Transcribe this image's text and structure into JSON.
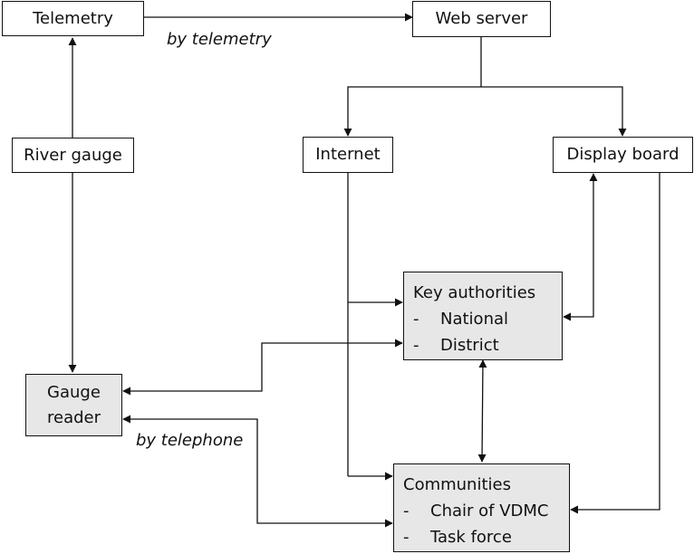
{
  "nodes": {
    "telemetry": {
      "label": "Telemetry"
    },
    "web_server": {
      "label": "Web server"
    },
    "river_gauge": {
      "label": "River gauge"
    },
    "internet": {
      "label": "Internet"
    },
    "display_board": {
      "label": "Display board"
    },
    "key_authorities": {
      "title": "Key authorities",
      "items": [
        {
          "bullet": "-",
          "text": "National"
        },
        {
          "bullet": "-",
          "text": "District"
        }
      ]
    },
    "gauge_reader": {
      "lines": [
        "Gauge",
        "reader"
      ]
    },
    "communities": {
      "title": "Communities",
      "items": [
        {
          "bullet": "-",
          "text": "Chair of VDMC"
        },
        {
          "bullet": "-",
          "text": "Task force"
        }
      ]
    }
  },
  "edge_labels": {
    "telemetry_to_web": "by telemetry",
    "telephone": "by telephone"
  },
  "edges": [
    {
      "from": "river_gauge",
      "to": "telemetry",
      "direction": "forward"
    },
    {
      "from": "telemetry",
      "to": "web_server",
      "direction": "forward",
      "label": "by telemetry"
    },
    {
      "from": "web_server",
      "to": "internet",
      "direction": "forward"
    },
    {
      "from": "web_server",
      "to": "display_board",
      "direction": "forward"
    },
    {
      "from": "river_gauge",
      "to": "gauge_reader",
      "direction": "forward"
    },
    {
      "from": "internet",
      "to": "key_authorities",
      "direction": "forward"
    },
    {
      "from": "internet",
      "to": "communities",
      "direction": "forward"
    },
    {
      "from": "display_board",
      "to": "key_authorities",
      "direction": "both"
    },
    {
      "from": "display_board",
      "to": "communities",
      "direction": "forward"
    },
    {
      "from": "key_authorities",
      "to": "gauge_reader",
      "direction": "both"
    },
    {
      "from": "key_authorities",
      "to": "communities",
      "direction": "both"
    },
    {
      "from": "gauge_reader",
      "to": "communities",
      "direction": "both",
      "label": "by telephone"
    }
  ],
  "colors": {
    "box_fill": "#ffffff",
    "box_fill_grey": "#e7e7e7",
    "stroke": "#111111"
  }
}
